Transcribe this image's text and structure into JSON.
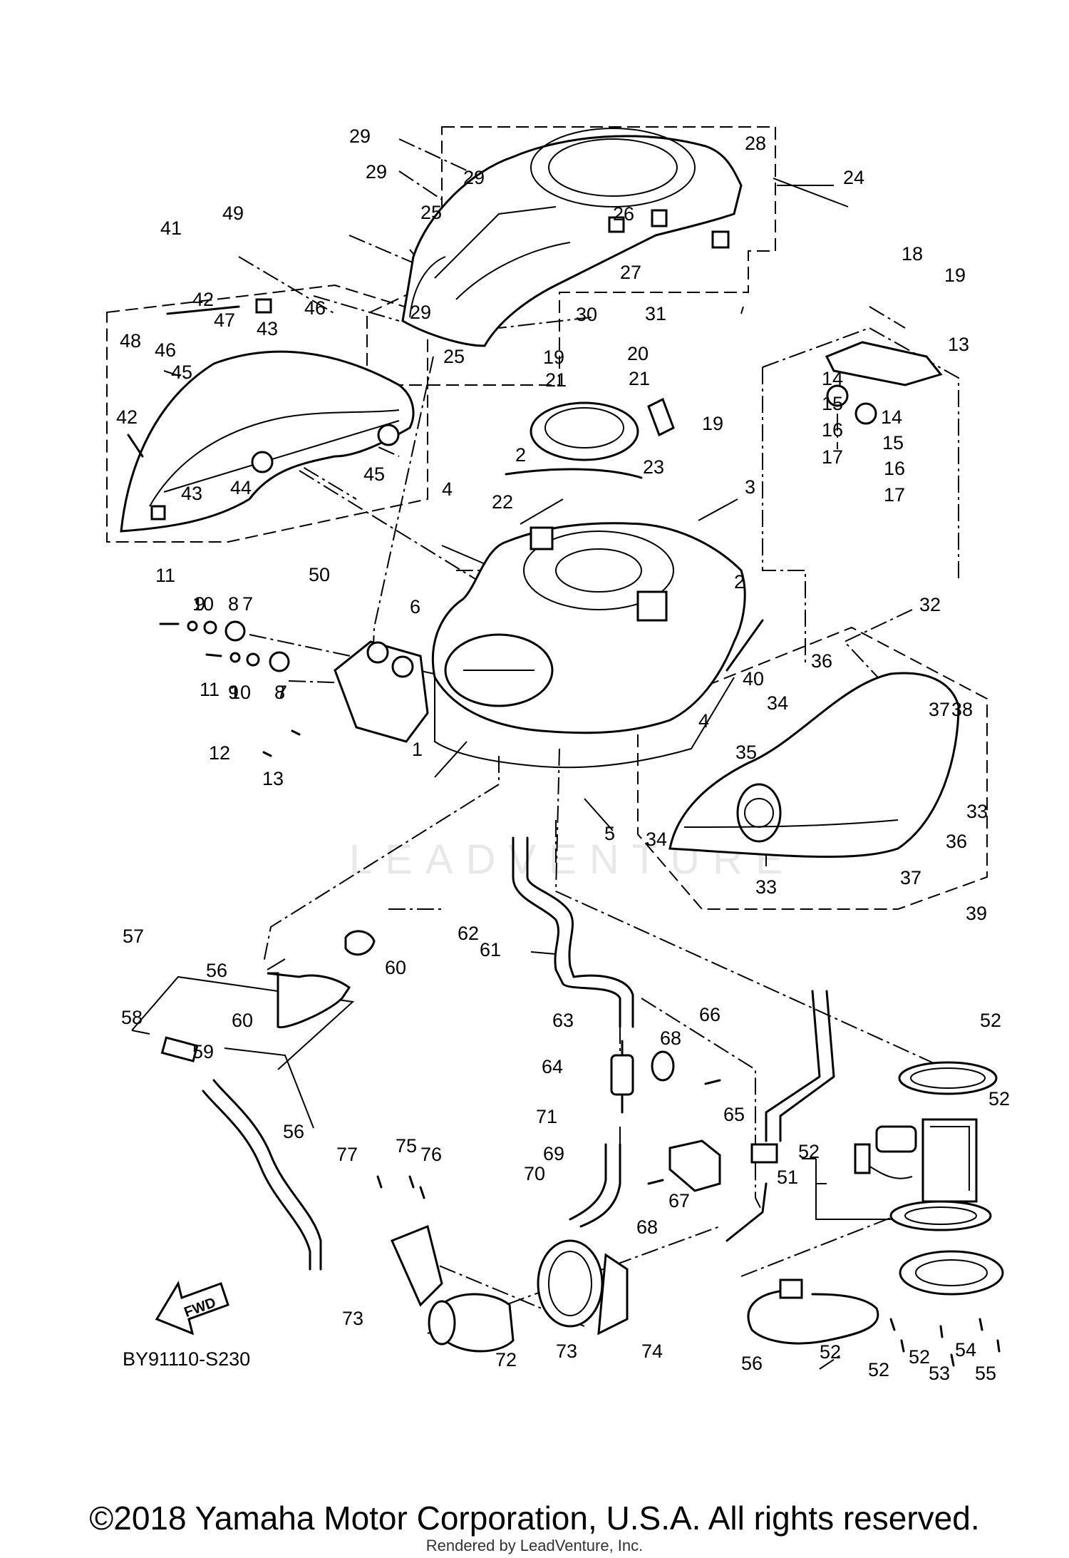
{
  "diagram": {
    "code": "BY91110-S230",
    "fwd_label": "FWD",
    "watermark": "LEADVENTURE",
    "callouts": [
      "1",
      "2",
      "2",
      "3",
      "4",
      "4",
      "5",
      "6",
      "7",
      "7",
      "8",
      "8",
      "9",
      "9",
      "10",
      "10",
      "11",
      "11",
      "12",
      "13",
      "13",
      "14",
      "14",
      "15",
      "15",
      "16",
      "16",
      "17",
      "17",
      "18",
      "19",
      "19",
      "19",
      "20",
      "21",
      "21",
      "22",
      "23",
      "24",
      "25",
      "25",
      "26",
      "27",
      "28",
      "29",
      "29",
      "29",
      "29",
      "30",
      "31",
      "32",
      "33",
      "33",
      "34",
      "34",
      "35",
      "36",
      "36",
      "37",
      "37",
      "38",
      "39",
      "40",
      "41",
      "42",
      "42",
      "43",
      "43",
      "44",
      "45",
      "45",
      "46",
      "46",
      "47",
      "48",
      "49",
      "50",
      "51",
      "52",
      "52",
      "52",
      "52",
      "52",
      "52",
      "53",
      "54",
      "55",
      "56",
      "56",
      "56",
      "57",
      "58",
      "59",
      "60",
      "60",
      "61",
      "62",
      "63",
      "64",
      "65",
      "66",
      "67",
      "68",
      "68",
      "69",
      "70",
      "71",
      "72",
      "73",
      "73",
      "74",
      "75",
      "76",
      "77"
    ]
  },
  "footer": {
    "copyright": "©2018 Yamaha Motor Corporation, U.S.A. All rights reserved.",
    "rendered_by": "Rendered by LeadVenture, Inc."
  }
}
